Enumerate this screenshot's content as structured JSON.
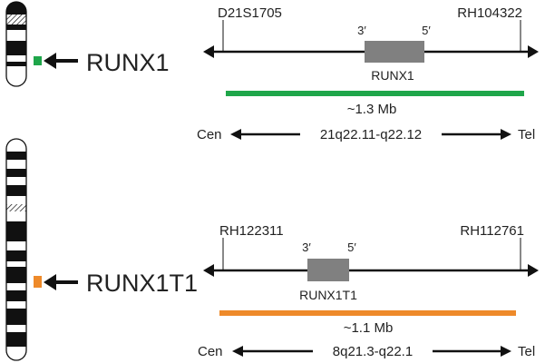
{
  "panels": [
    {
      "gene": "RUNX1",
      "left_marker": "D21S1705",
      "right_marker": "RH104322",
      "prime_left": "3′",
      "prime_right": "5′",
      "box_label": "RUNX1",
      "size_label": "~1.3 Mb",
      "cen_label": "Cen",
      "band_label": "21q22.11-q22.12",
      "tel_label": "Tel",
      "probe_color": "#1fa64a"
    },
    {
      "gene": "RUNX1T1",
      "left_marker": "RH122311",
      "right_marker": "RH112761",
      "prime_left": "3′",
      "prime_right": "5′",
      "box_label": "RUNX1T1",
      "size_label": "~1.1 Mb",
      "cen_label": "Cen",
      "band_label": "8q21.3-q22.1",
      "tel_label": "Tel",
      "probe_color": "#ee8a2a"
    }
  ],
  "colors": {
    "line": "#111111",
    "gene_box": "#808080",
    "band_dark": "#111111",
    "band_light": "#ffffff"
  },
  "icons": [
    "arrow-left-icon",
    "double-arrow-icon"
  ]
}
